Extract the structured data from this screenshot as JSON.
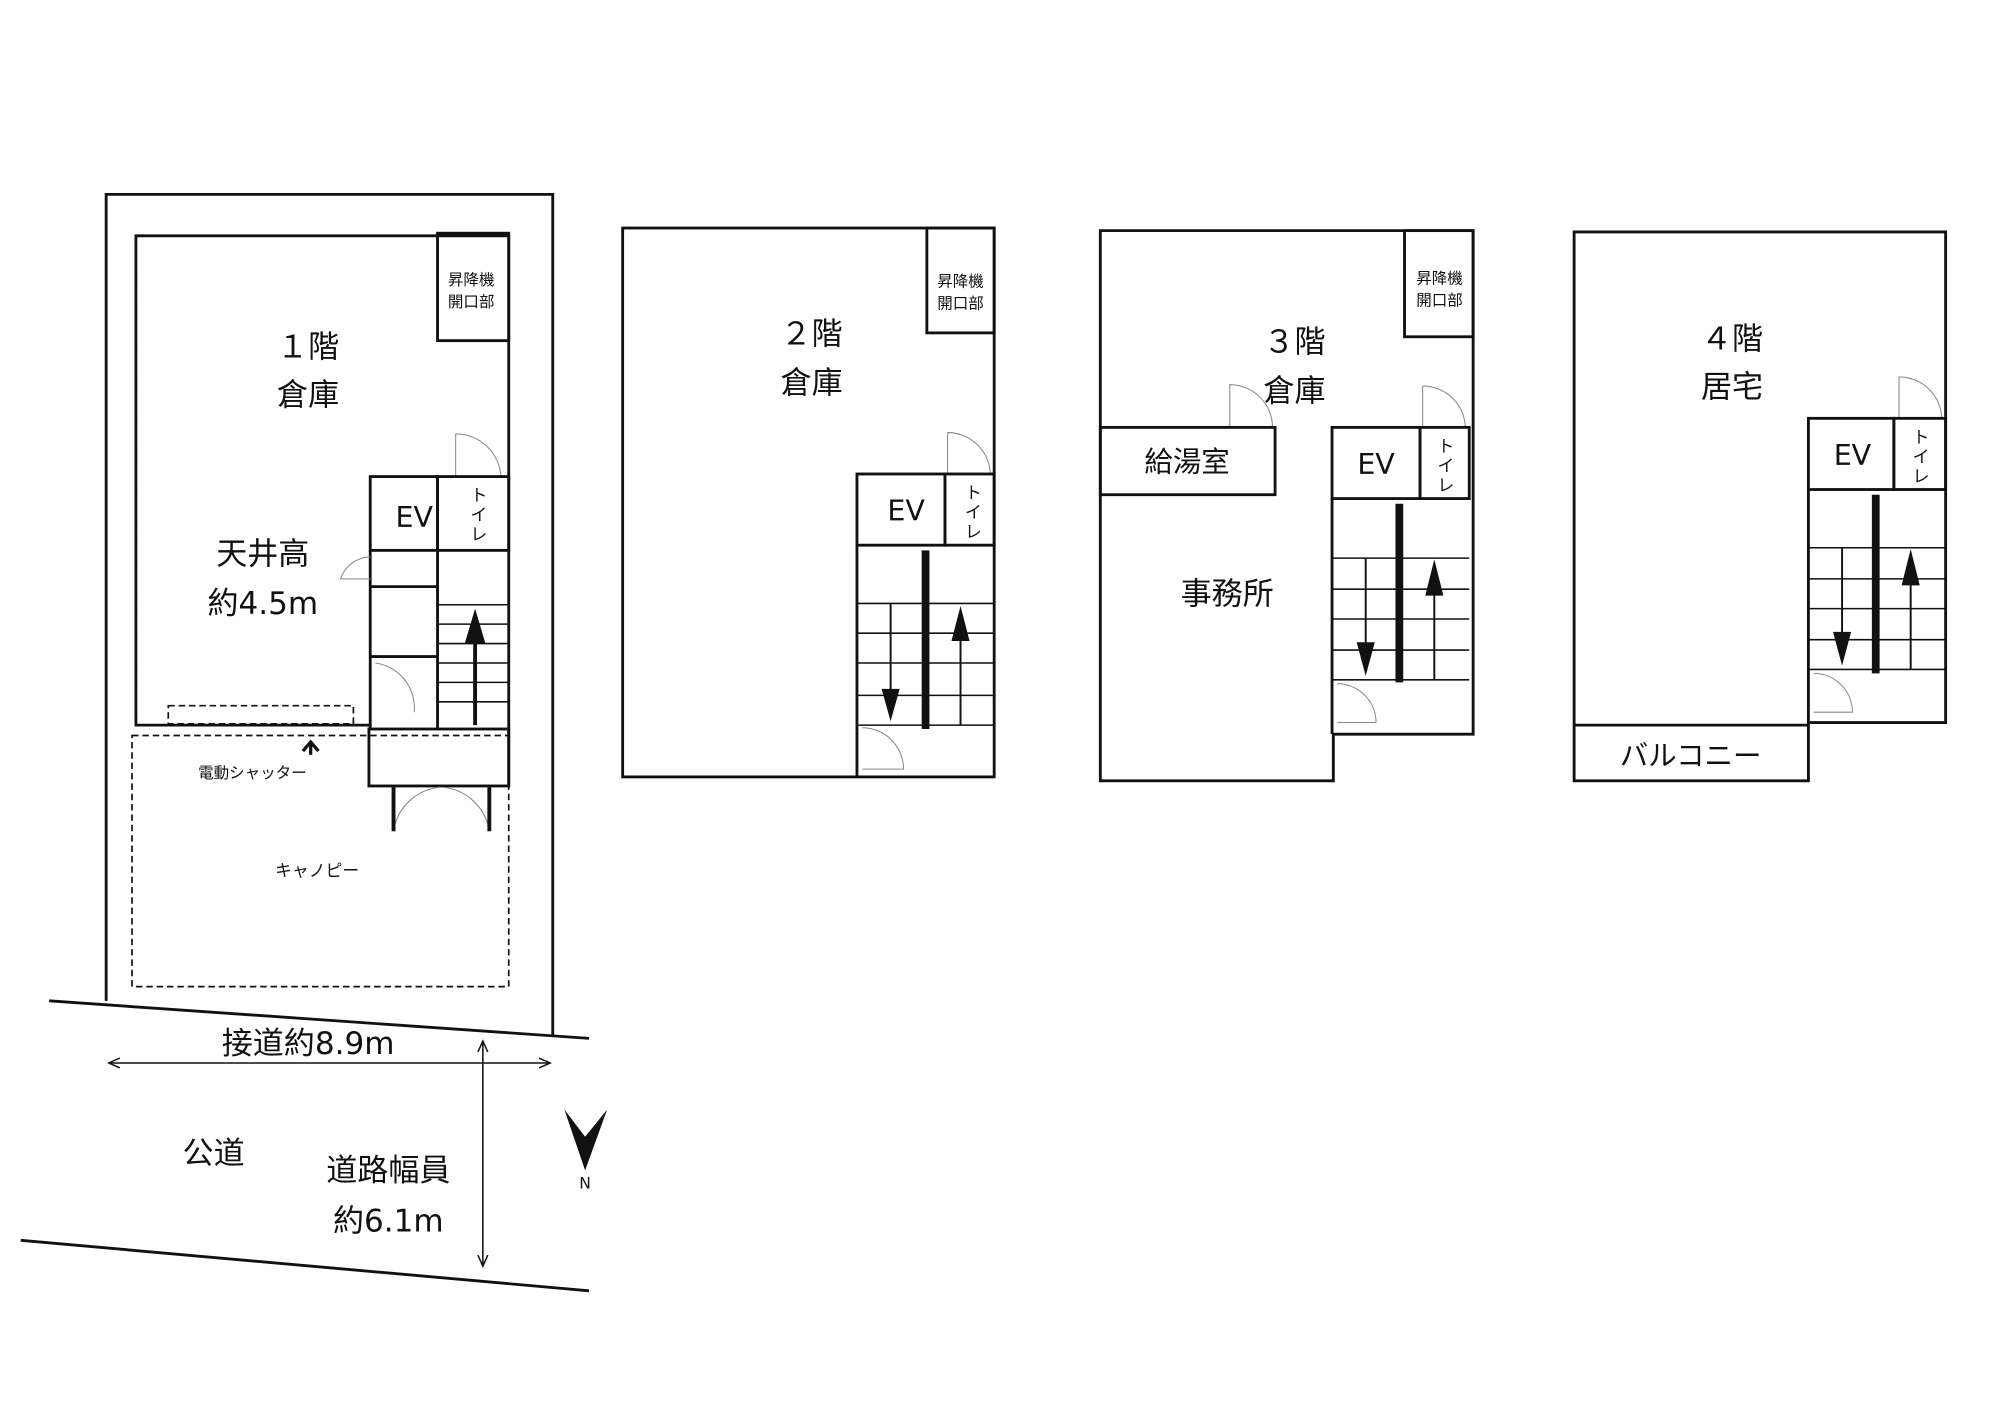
{
  "floors": [
    {
      "floor": "１階",
      "room": "倉庫",
      "elevator_opening": [
        "昇降機",
        "開口部"
      ],
      "ev": "EV",
      "toilet": [
        "ト",
        "イ",
        "レ"
      ],
      "ceiling": "天井高",
      "ceiling_value": "約4.5m",
      "shutter": "電動シャッター",
      "canopy": "キャノピー"
    },
    {
      "floor": "２階",
      "room": "倉庫",
      "elevator_opening": [
        "昇降機",
        "開口部"
      ],
      "ev": "EV",
      "toilet": [
        "ト",
        "イ",
        "レ"
      ]
    },
    {
      "floor": "３階",
      "room": "倉庫",
      "elevator_opening": [
        "昇降機",
        "開口部"
      ],
      "ev": "EV",
      "toilet": [
        "ト",
        "イ",
        "レ"
      ],
      "kitchenette": "給湯室",
      "office": "事務所"
    },
    {
      "floor": "４階",
      "room": "居宅",
      "ev": "EV",
      "toilet": [
        "ト",
        "イ",
        "レ"
      ],
      "balcony": "バルコニー"
    }
  ],
  "site": {
    "frontage": "接道約8.9m",
    "public_road": "公道",
    "road_width_label": "道路幅員",
    "road_width_value": "約6.1m",
    "north": "N"
  }
}
